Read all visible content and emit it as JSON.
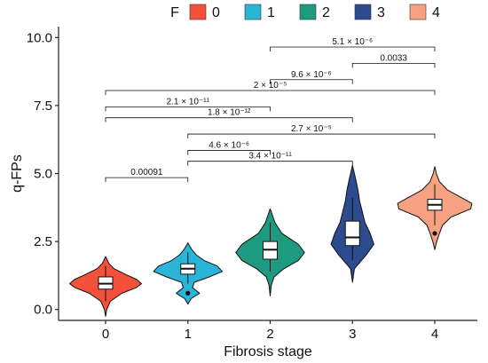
{
  "chart_data": {
    "type": "violin",
    "xlabel": "Fibrosis stage",
    "ylabel": "q-FPs",
    "ylim": [
      -0.4,
      10.4
    ],
    "yticks": [
      "0.0",
      "2.5",
      "5.0",
      "7.5",
      "10.0"
    ],
    "categories": [
      "0",
      "1",
      "2",
      "3",
      "4"
    ],
    "legend": {
      "title": "F",
      "position": "top",
      "entries": [
        {
          "label": "0",
          "color": "#f4513a"
        },
        {
          "label": "1",
          "color": "#2ab5d8"
        },
        {
          "label": "2",
          "color": "#1e9a80"
        },
        {
          "label": "3",
          "color": "#2d4c8f"
        },
        {
          "label": "4",
          "color": "#f5a182"
        }
      ]
    },
    "groups": [
      {
        "stage": "0",
        "color": "#f4513a",
        "min": -0.25,
        "max": 1.95,
        "q1": 0.75,
        "median": 0.95,
        "q3": 1.2,
        "whisker_low": 0.3,
        "whisker_high": 1.6,
        "outliers": [],
        "density": [
          [
            -0.25,
            0
          ],
          [
            0,
            0.03
          ],
          [
            0.3,
            0.12
          ],
          [
            0.6,
            0.42
          ],
          [
            0.8,
            0.78
          ],
          [
            0.95,
            0.92
          ],
          [
            1.1,
            0.8
          ],
          [
            1.3,
            0.5
          ],
          [
            1.5,
            0.22
          ],
          [
            1.7,
            0.08
          ],
          [
            1.95,
            0
          ]
        ]
      },
      {
        "stage": "1",
        "color": "#2ab5d8",
        "min": 0.2,
        "max": 2.45,
        "q1": 1.3,
        "median": 1.5,
        "q3": 1.68,
        "whisker_low": 0.95,
        "whisker_high": 2.1,
        "outliers": [
          0.6
        ],
        "density": [
          [
            0.2,
            0
          ],
          [
            0.4,
            0.08
          ],
          [
            0.6,
            0.3
          ],
          [
            0.8,
            0.12
          ],
          [
            1.0,
            0.16
          ],
          [
            1.2,
            0.55
          ],
          [
            1.4,
            0.88
          ],
          [
            1.6,
            0.75
          ],
          [
            1.8,
            0.42
          ],
          [
            2.0,
            0.22
          ],
          [
            2.2,
            0.1
          ],
          [
            2.45,
            0
          ]
        ]
      },
      {
        "stage": "2",
        "color": "#1e9a80",
        "min": 0.5,
        "max": 3.7,
        "q1": 1.85,
        "median": 2.2,
        "q3": 2.5,
        "whisker_low": 1.4,
        "whisker_high": 3.2,
        "outliers": [],
        "density": [
          [
            0.5,
            0
          ],
          [
            0.9,
            0.03
          ],
          [
            1.2,
            0.1
          ],
          [
            1.5,
            0.35
          ],
          [
            1.8,
            0.72
          ],
          [
            2.1,
            0.88
          ],
          [
            2.4,
            0.72
          ],
          [
            2.8,
            0.3
          ],
          [
            3.2,
            0.12
          ],
          [
            3.5,
            0.05
          ],
          [
            3.7,
            0
          ]
        ]
      },
      {
        "stage": "3",
        "color": "#2d4c8f",
        "min": 1.0,
        "max": 5.3,
        "q1": 2.35,
        "median": 2.65,
        "q3": 3.25,
        "whisker_low": 1.8,
        "whisker_high": 4.1,
        "outliers": [],
        "density": [
          [
            1.0,
            0
          ],
          [
            1.5,
            0.05
          ],
          [
            2.0,
            0.35
          ],
          [
            2.4,
            0.55
          ],
          [
            2.8,
            0.45
          ],
          [
            3.2,
            0.32
          ],
          [
            3.6,
            0.25
          ],
          [
            4.0,
            0.18
          ],
          [
            4.4,
            0.14
          ],
          [
            4.8,
            0.08
          ],
          [
            5.3,
            0
          ]
        ]
      },
      {
        "stage": "4",
        "color": "#f5a182",
        "min": 2.2,
        "max": 5.25,
        "q1": 3.65,
        "median": 3.85,
        "q3": 4.05,
        "whisker_low": 3.1,
        "whisker_high": 4.6,
        "outliers": [
          2.8
        ],
        "density": [
          [
            2.2,
            0
          ],
          [
            2.5,
            0.05
          ],
          [
            2.8,
            0.12
          ],
          [
            3.1,
            0.2
          ],
          [
            3.4,
            0.42
          ],
          [
            3.7,
            0.92
          ],
          [
            3.9,
            0.95
          ],
          [
            4.1,
            0.7
          ],
          [
            4.4,
            0.32
          ],
          [
            4.7,
            0.12
          ],
          [
            5.0,
            0.04
          ],
          [
            5.25,
            0
          ]
        ]
      }
    ],
    "comparisons": [
      {
        "from": "0",
        "to": "1",
        "y": 4.85,
        "label": "0.00091"
      },
      {
        "from": "1",
        "to": "3",
        "y": 5.45,
        "label": "3.4 × 10⁻¹¹"
      },
      {
        "from": "1",
        "to": "2",
        "y": 5.85,
        "label": "4.6 × 10⁻⁶"
      },
      {
        "from": "1",
        "to": "4",
        "y": 6.45,
        "label": "2.7 × 10⁻⁵"
      },
      {
        "from": "0",
        "to": "3",
        "y": 7.05,
        "label": "1.8 × 10⁻¹²"
      },
      {
        "from": "0",
        "to": "2",
        "y": 7.45,
        "label": "2.1 × 10⁻¹¹"
      },
      {
        "from": "0",
        "to": "4",
        "y": 8.05,
        "label": "2 × 10⁻⁵"
      },
      {
        "from": "2",
        "to": "3",
        "y": 8.45,
        "label": "9.6 × 10⁻⁶"
      },
      {
        "from": "3",
        "to": "4",
        "y": 9.05,
        "label": "0.0033"
      },
      {
        "from": "2",
        "to": "4",
        "y": 9.65,
        "label": "5.1 × 10⁻⁶"
      }
    ]
  }
}
